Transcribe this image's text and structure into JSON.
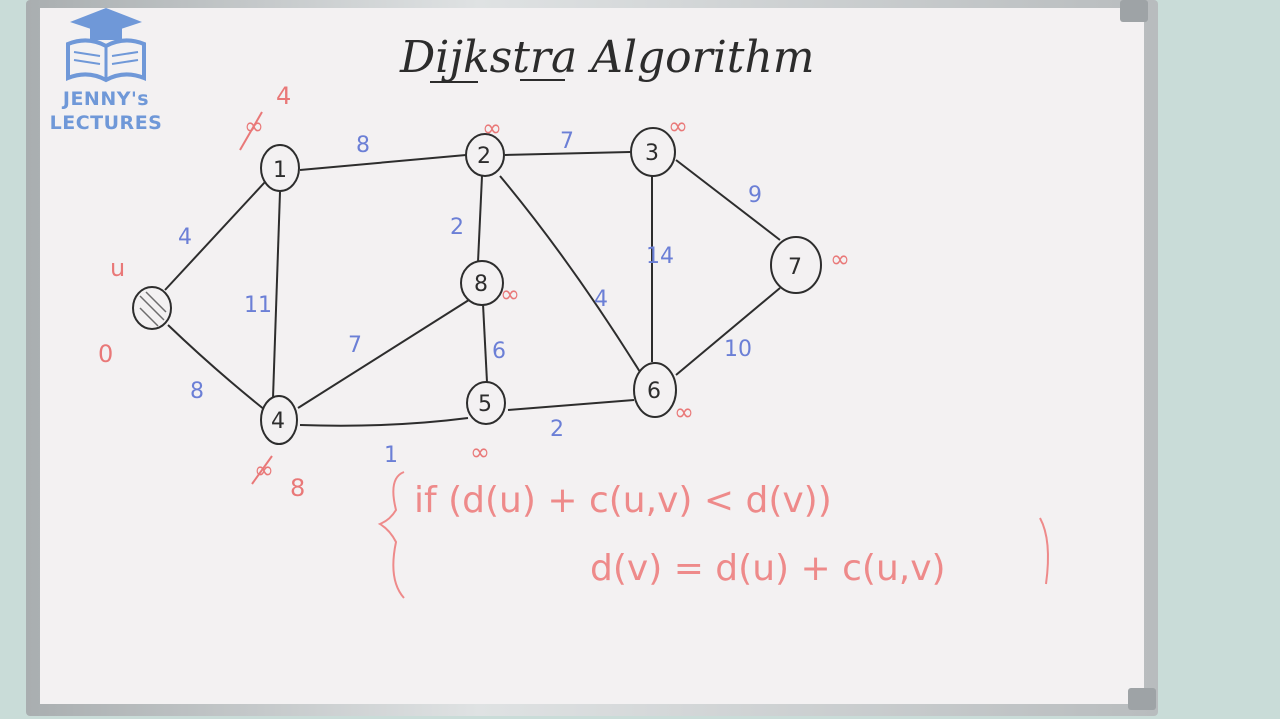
{
  "logo": {
    "line1": "JENNY's",
    "line2": "LECTURES",
    "icon": "graduation-cap-book-icon",
    "color": "#6f98d8"
  },
  "title": "Dijkstra Algorithm",
  "source_annotation": "u",
  "source_distance": "0",
  "nodes": [
    {
      "id": "0",
      "label": ""
    },
    {
      "id": "1",
      "label": "1"
    },
    {
      "id": "2",
      "label": "2"
    },
    {
      "id": "3",
      "label": "3"
    },
    {
      "id": "4",
      "label": "4"
    },
    {
      "id": "5",
      "label": "5"
    },
    {
      "id": "6",
      "label": "6"
    },
    {
      "id": "7",
      "label": "7"
    },
    {
      "id": "8",
      "label": "8"
    }
  ],
  "edges": [
    {
      "from": "0",
      "to": "1",
      "weight": "4"
    },
    {
      "from": "0",
      "to": "4",
      "weight": "8"
    },
    {
      "from": "1",
      "to": "2",
      "weight": "8"
    },
    {
      "from": "1",
      "to": "4",
      "weight": "11"
    },
    {
      "from": "2",
      "to": "3",
      "weight": "7"
    },
    {
      "from": "2",
      "to": "8",
      "weight": "2"
    },
    {
      "from": "2",
      "to": "6",
      "weight": "4"
    },
    {
      "from": "3",
      "to": "6",
      "weight": "14"
    },
    {
      "from": "3",
      "to": "7",
      "weight": "9"
    },
    {
      "from": "4",
      "to": "8",
      "weight": "7"
    },
    {
      "from": "4",
      "to": "5",
      "weight": "1"
    },
    {
      "from": "8",
      "to": "5",
      "weight": "6"
    },
    {
      "from": "5",
      "to": "6",
      "weight": "2"
    },
    {
      "from": "6",
      "to": "7",
      "weight": "10"
    }
  ],
  "distances": {
    "n1": "4",
    "n2": "∞",
    "n3": "∞",
    "n4": "8",
    "n5": "∞",
    "n6": "∞",
    "n7": "∞",
    "n8": "∞"
  },
  "formula": {
    "line1": "if (d(u) + c(u,v) < d(v))",
    "line2": "d(v) = d(u) + c(u,v)"
  },
  "colors": {
    "weight_ink": "#6b7fd6",
    "distance_ink": "#e97878",
    "graph_ink": "#2d2d2d",
    "board": "#f3f1f2"
  }
}
